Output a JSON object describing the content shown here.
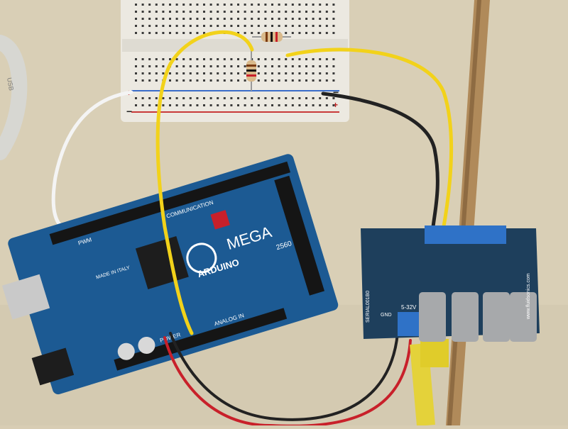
{
  "scene": {
    "colors": {
      "table": "#d9cfb6",
      "table_shadow": "#c7bca2",
      "wood_strip": "#b08a5a",
      "breadboard": "#ece9e1",
      "arduino": "#1c5a93",
      "arduino_dark": "#123f6a",
      "shield": "#1e3f5c",
      "yellow_wire": "#f2d21a",
      "black_wire": "#222222",
      "white_wire": "#f4f4f4",
      "red_wire": "#c8202a",
      "usb_cable": "#d7d7d2",
      "cat_cable": "#e4d23a",
      "terminal_block": "#2f72c7",
      "mosfet_gray": "#a7a9ab"
    },
    "labels": {
      "arduino_brand": "ARDUINO",
      "arduino_model": "MEGA",
      "arduino_variant": "2560",
      "arduino_made_in": "MADE IN ITALY",
      "arduino_power": "POWER",
      "arduino_analog_in": "ANALOG IN",
      "arduino_communication": "COMMUNICATION",
      "arduino_pwm": "PWM",
      "breadboard_plus_left": "+",
      "breadboard_minus_left": "−",
      "breadboard_plus_right": "+",
      "breadboard_minus_right": "−",
      "shield_voltage": "5-32V",
      "shield_gnd": "GND",
      "shield_url": "www.fluidsonics.com",
      "shield_serial": "SERIAL001B0",
      "usb_text": "USB"
    }
  }
}
